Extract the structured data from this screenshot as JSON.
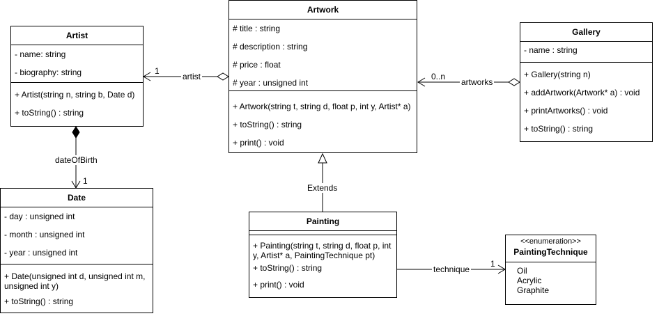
{
  "artwork": {
    "name": "Artwork",
    "attributes": [
      "# title : string",
      "# description : string",
      "# price : float",
      "# year : unsigned int"
    ],
    "methods": [
      "+ Artwork(string t, string d, float p, int y, Artist* a)",
      "+ toString() : string",
      "+ print() : void"
    ]
  },
  "artist": {
    "name": "Artist",
    "attributes": [
      "- name: string",
      "- biography: string"
    ],
    "methods": [
      "+ Artist(string n, string b, Date d)",
      "+ toString() : string"
    ]
  },
  "gallery": {
    "name": "Gallery",
    "attributes": [
      "- name : string"
    ],
    "methods": [
      "+ Gallery(string n)",
      "+ addArtwork(Artwork* a) : void",
      "+ printArtworks() : void",
      "+ toString() : string"
    ]
  },
  "date": {
    "name": "Date",
    "attributes": [
      "- day : unsigned int",
      "- month : unsigned int",
      "- year : unsigned int"
    ],
    "methods": [
      "+ Date(unsigned int d, unsigned int m, unsigned int y)",
      "+ toString() : string"
    ]
  },
  "painting": {
    "name": "Painting",
    "methods": [
      "+ Painting(string t, string d, float p, int y, Artist* a, PaintingTechnique pt)",
      "+ toString() : string",
      "+ print() : void"
    ]
  },
  "enum": {
    "stereotype": "<<enumeration>>",
    "name": "PaintingTechnique",
    "values": [
      "Oil",
      "Acrylic",
      "Graphite"
    ]
  },
  "links": {
    "artist_label": "artist",
    "artist_mult": "1",
    "artworks_label": "artworks",
    "artworks_mult": "0..n",
    "dob_label": "dateOfBirth",
    "dob_mult": "1",
    "extends_label": "Extends",
    "technique_label": "technique",
    "technique_mult": "1"
  }
}
